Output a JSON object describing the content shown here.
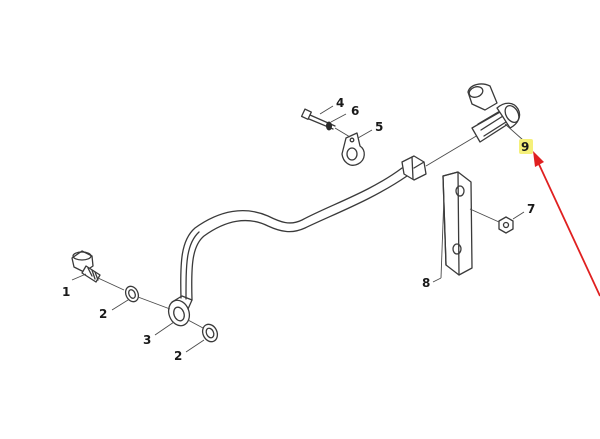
{
  "callouts": [
    {
      "id": "c1",
      "label": "1"
    },
    {
      "id": "c2a",
      "label": "2"
    },
    {
      "id": "c2b",
      "label": "2"
    },
    {
      "id": "c3",
      "label": "3"
    },
    {
      "id": "c4",
      "label": "4"
    },
    {
      "id": "c5",
      "label": "5"
    },
    {
      "id": "c6",
      "label": "6"
    },
    {
      "id": "c7",
      "label": "7"
    },
    {
      "id": "c8",
      "label": "8"
    },
    {
      "id": "c9",
      "label": "9"
    }
  ],
  "highlight": {
    "callout": "9",
    "color": "#f5f07a"
  },
  "pointer_arrow": {
    "color": "#e02020",
    "target": "9"
  },
  "line_color": "#3a3a3a"
}
